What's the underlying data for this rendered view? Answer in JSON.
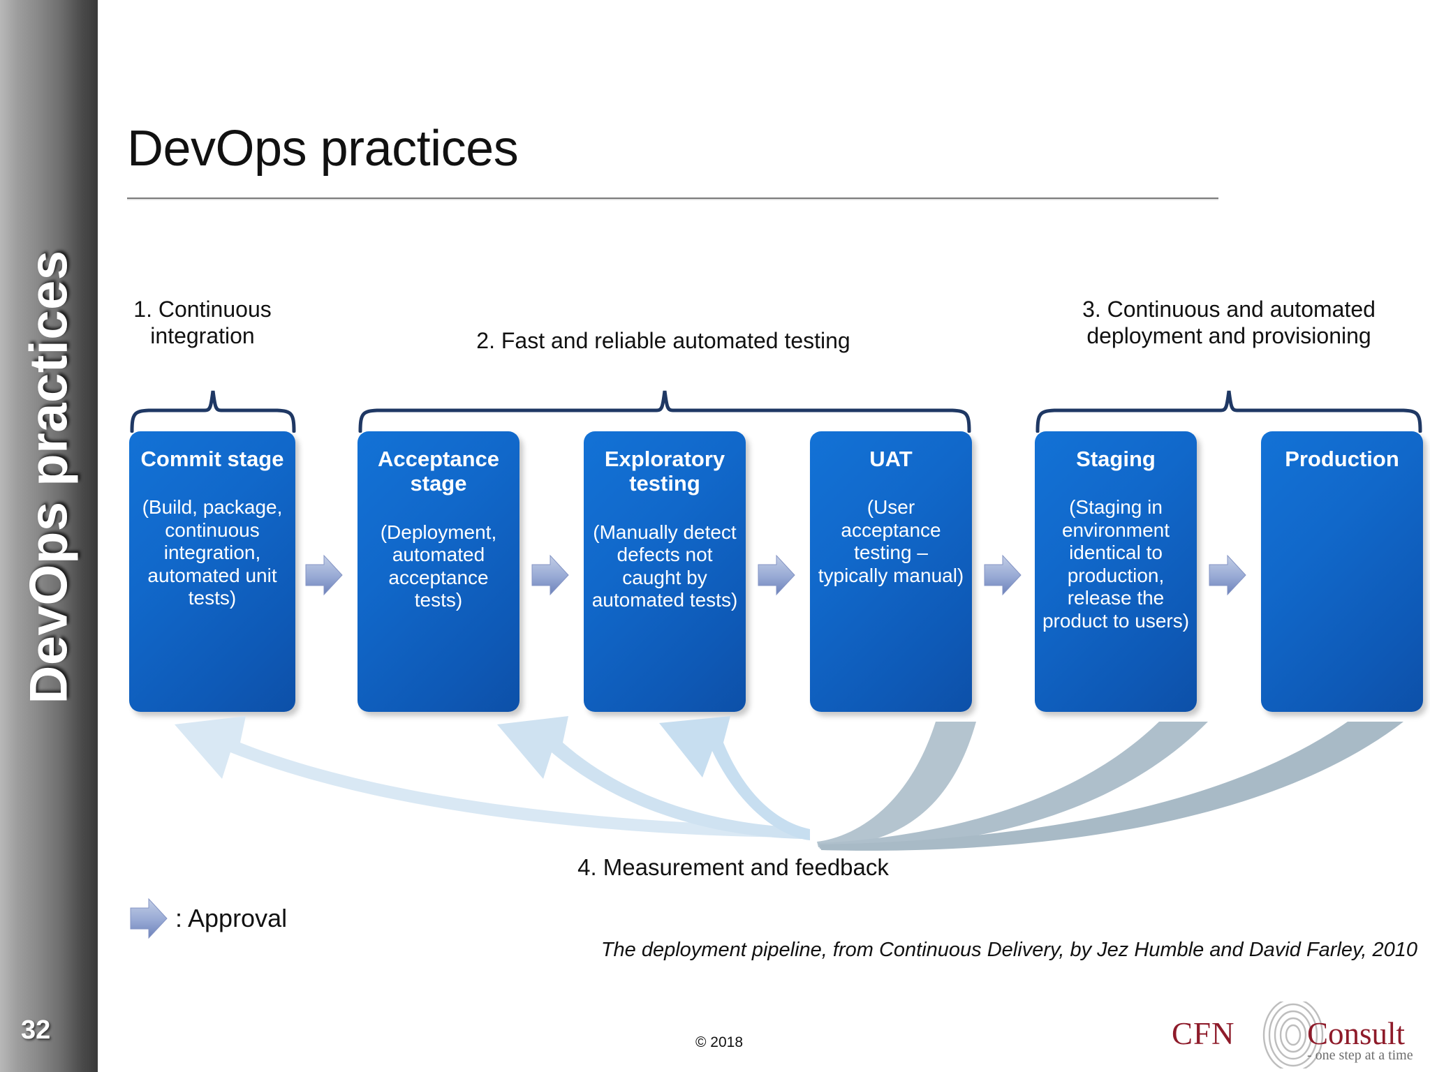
{
  "slide": {
    "title": "DevOps practices",
    "sidebar_title": "DevOps practices",
    "page_number": "32",
    "copyright": "© 2018",
    "caption": "The deployment pipeline, from Continuous Delivery, by Jez Humble and David Farley, 2010"
  },
  "groups": [
    {
      "id": 1,
      "label": "1. Continuous integration"
    },
    {
      "id": 2,
      "label": "2. Fast and reliable automated testing"
    },
    {
      "id": 3,
      "label": "3. Continuous and automated deployment and provisioning"
    }
  ],
  "pipeline": {
    "stages": [
      {
        "title": "Commit stage",
        "body": "(Build, package, continuous integration, automated unit tests)"
      },
      {
        "title": "Acceptance stage",
        "body": "(Deployment, automated acceptance tests)"
      },
      {
        "title": "Exploratory testing",
        "body": "(Manually detect defects not caught by automated tests)"
      },
      {
        "title": "UAT",
        "body": "(User acceptance testing – typically manual)"
      },
      {
        "title": "Staging",
        "body": "(Staging in environment identical to production, release the product to users)"
      },
      {
        "title": "Production",
        "body": ""
      }
    ]
  },
  "feedback": {
    "label": "4. Measurement and feedback"
  },
  "legend": {
    "label": ": Approval"
  },
  "logo": {
    "name_left": "CFN",
    "name_right": "Consult",
    "tagline": "- one step at a time"
  },
  "colors": {
    "box_blue": "#1168ca",
    "box_blue_dark": "#0d50a8",
    "brace_navy": "#1f3864",
    "chevron_light": "#9fb0d8",
    "chevron_dark": "#7286bb",
    "feedback_light": "#d7e6f2",
    "feedback_dark": "#a9bac6",
    "logo_red": "#8e1b2a",
    "sidebar_gray": "#6e6e6e"
  }
}
